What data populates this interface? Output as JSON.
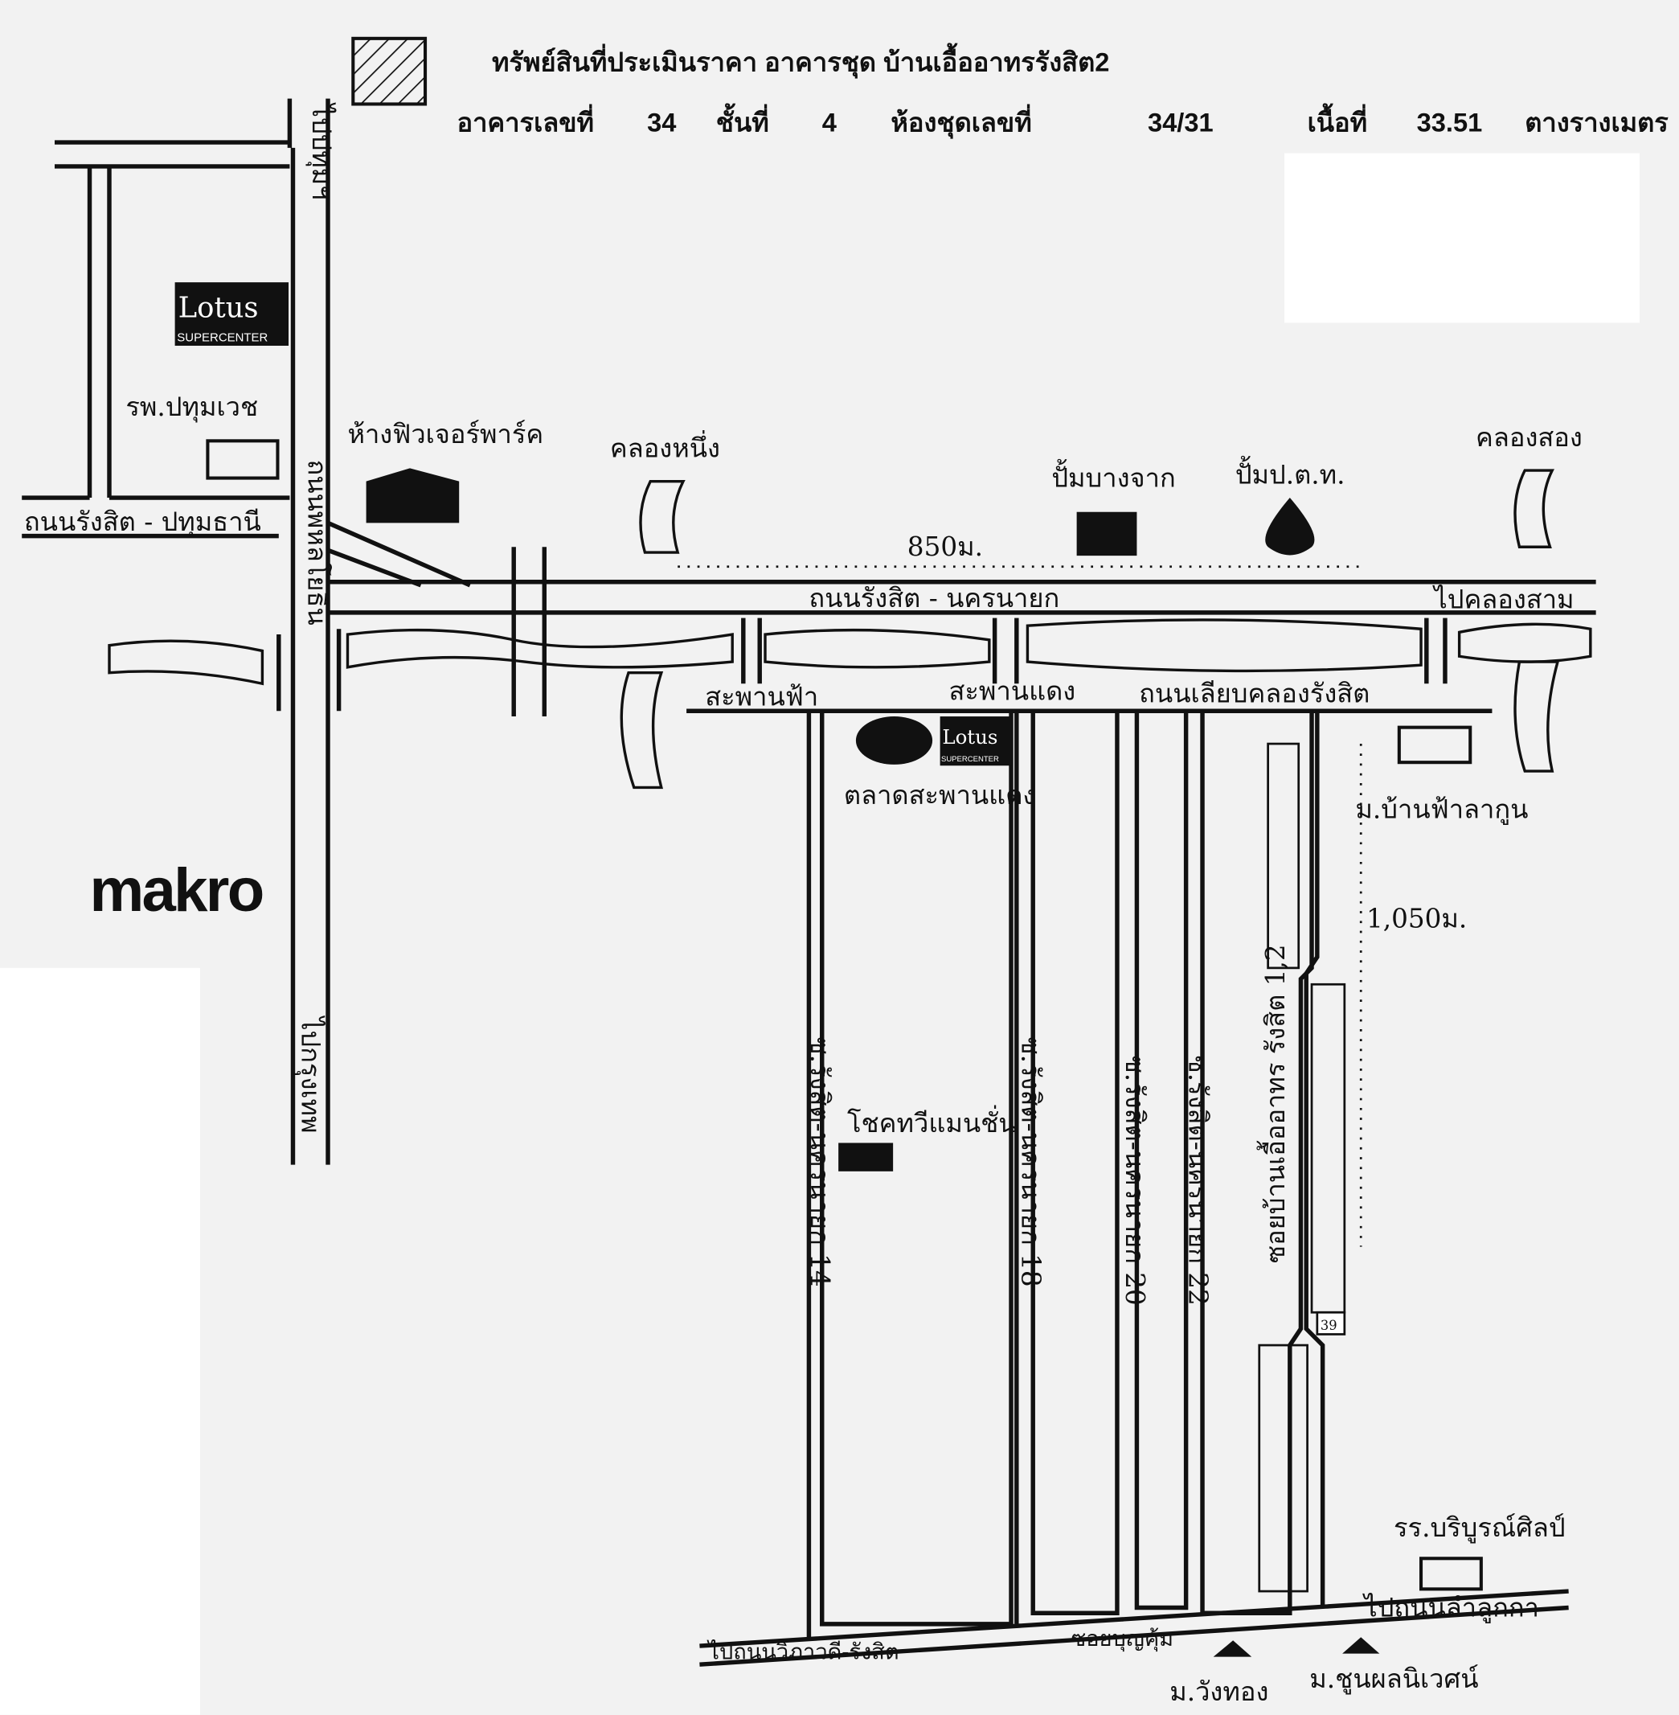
{
  "header": {
    "title": "ทรัพย์สินที่ประเมินราคา อาคารชุด บ้านเอื้ออาทรรังสิต2",
    "building_label": "อาคารเลขที่",
    "building_no": "34",
    "floor_label": "ชั้นที่",
    "floor_no": "4",
    "unit_label": "ห้องชุดเลขที่",
    "unit_no": "34/31",
    "area_label": "เนื้อที่",
    "area_value": "33.51",
    "area_unit": "ตางรางเมตร"
  },
  "labels": {
    "to_pathum": "ไปปทุมฯ",
    "to_bangkok": "ไปกรุงเทพ",
    "phahon": "ถนนพหลโยธิน",
    "rangsit_pathum": "ถนนรังสิต - ปทุมธานี",
    "lotus1": "Lotus",
    "lotus_sub": "SUPERCENTER",
    "hospital": "รพ.ปทุมเวช",
    "future_park": "ห้างฟิวเจอร์พาร์ค",
    "canal1": "คลองหนึ่ง",
    "bangchak": "ปั้มบางจาก",
    "ptt": "ปั้มป.ต.ท.",
    "canal2": "คลองสอง",
    "dist1": "850ม.",
    "rangsit_nakhon": "ถนนรังสิต - นครนายก",
    "to_canal3": "ไปคลองสาม",
    "bridge_sky": "สะพานฟ้า",
    "bridge_red": "สะพานแดง",
    "canal_road": "ถนนเลียบคลองรังสิต",
    "market": "ตลาดสะพานแดง",
    "fa_lagoon": "ม.บ้านฟ้าลากูน",
    "dist2": "1,050ม.",
    "makro": "makro",
    "chokthawee": "โชคทวีแมนชั่น",
    "soi14": "ซ.รังสิต-นครนายก 14",
    "soi18": "ซ.รังสิต-นครนายก 18",
    "soi20": "ซ.รังสิต-นครนายก 20",
    "soi22": "ซ.รังสิต-นครนายก 22",
    "soi_project": "ซอยบ้านเอื้ออาทร รังสิต 1,2",
    "building39": "39",
    "school": "รร.บริบูรณ์ศิลป์",
    "to_lamlukka": "ไปถนนลำลูกกา",
    "to_vibhavadi": "ไปถนนวิภาวดี-รังสิต",
    "soi_boonkum": "ซอยบุญคุ้ม",
    "wangthong": "ม.วังทอง",
    "choonphon": "ม.ชูนผลนิเวศน์"
  },
  "colors": {
    "ink": "#111111",
    "paper": "#f2f2f2"
  }
}
